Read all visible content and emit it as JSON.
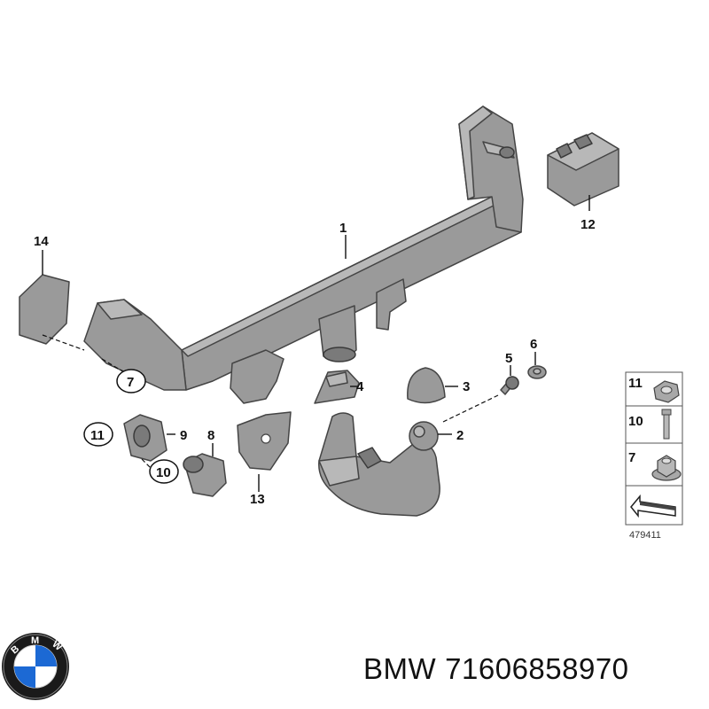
{
  "callouts": [
    {
      "id": "1",
      "label": "1"
    },
    {
      "id": "2",
      "label": "2"
    },
    {
      "id": "3",
      "label": "3"
    },
    {
      "id": "4",
      "label": "4"
    },
    {
      "id": "5",
      "label": "5"
    },
    {
      "id": "6",
      "label": "6"
    },
    {
      "id": "7",
      "label": "7"
    },
    {
      "id": "8",
      "label": "8"
    },
    {
      "id": "9",
      "label": "9"
    },
    {
      "id": "10",
      "label": "10"
    },
    {
      "id": "11",
      "label": "11"
    },
    {
      "id": "12",
      "label": "12"
    },
    {
      "id": "13",
      "label": "13"
    },
    {
      "id": "14",
      "label": "14"
    }
  ],
  "legend": {
    "items": [
      {
        "label": "11",
        "icon": "nut-icon"
      },
      {
        "label": "10",
        "icon": "bolt-icon"
      },
      {
        "label": "7",
        "icon": "flange-nut-icon"
      }
    ],
    "footer_icon": "angle-arrow-icon",
    "diagram_code": "479411"
  },
  "caption": {
    "brand": "BMW",
    "part_number": "71606858970"
  },
  "logo": {
    "brand_text": "BMW",
    "colors": {
      "ring": "#1a1a1a",
      "blue": "#1c69d4",
      "white": "#ffffff",
      "letters": "#ffffff"
    }
  },
  "colors": {
    "part_fill": "#9a9a9a",
    "outline": "#444444",
    "text": "#111111"
  }
}
